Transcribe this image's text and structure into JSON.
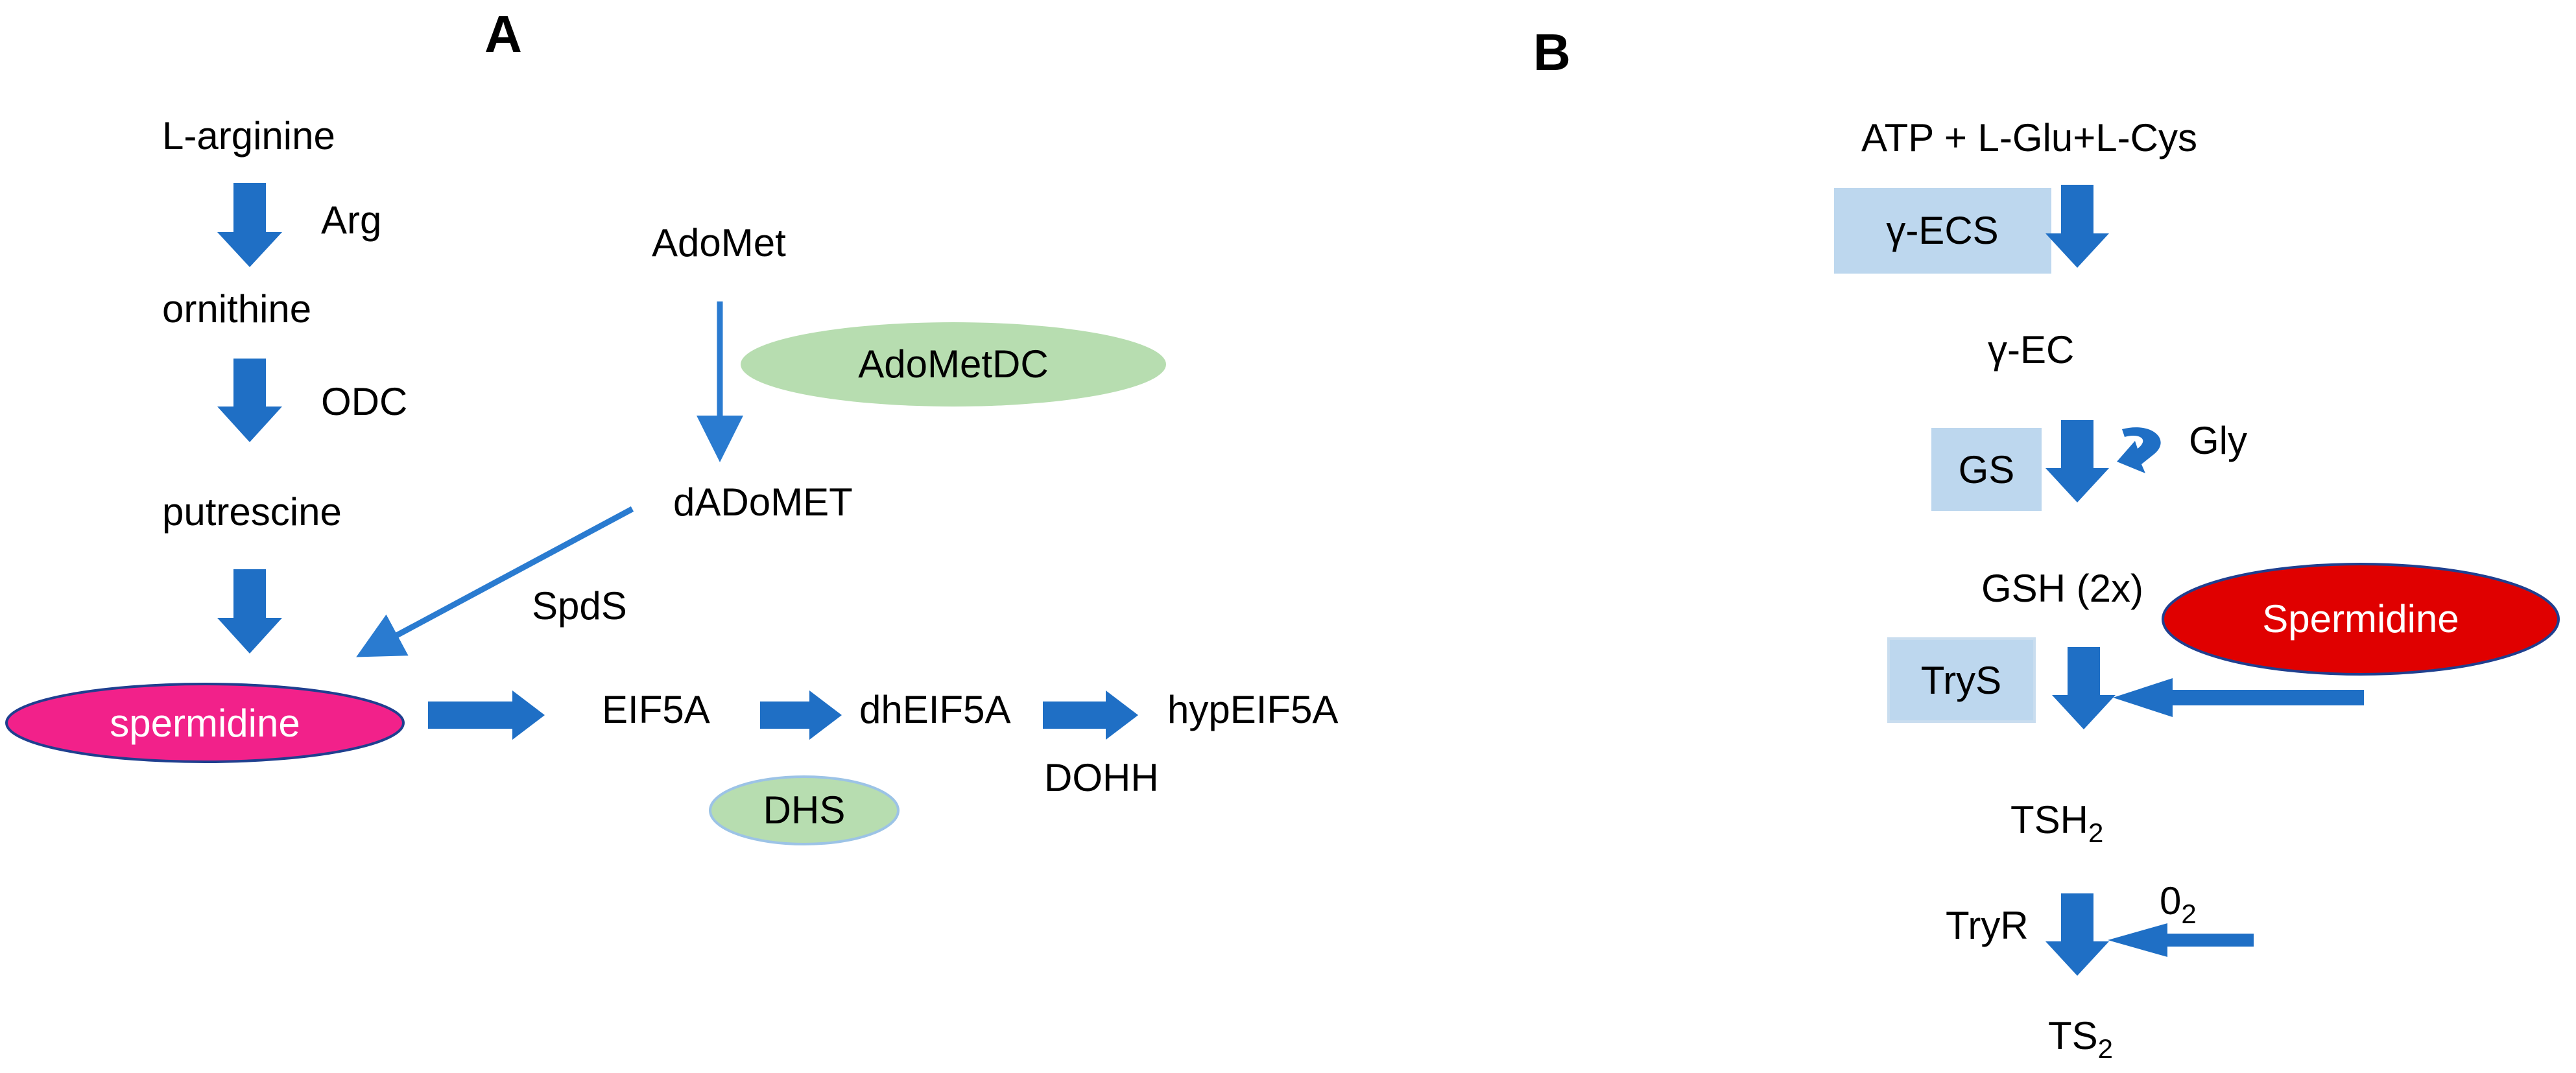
{
  "colors": {
    "arrow": "#1F6FC5",
    "enzyme_box": "#BDD7EE",
    "enzyme_ellipse": "#B7DDB0",
    "spermidine_fill": "#F2218A",
    "Spermidine_fill": "#E00000"
  },
  "panel_a": {
    "panel_label": "A",
    "l_arginine": "L-arginine",
    "arg": "Arg",
    "ornithine": "ornithine",
    "odc": "ODC",
    "putrescine": "putrescine",
    "adomet": "AdoMet",
    "adometdc": "AdoMetDC",
    "dadomet": "dADoMET",
    "spds": "SpdS",
    "spermidine": "spermidine",
    "eif5a": "EIF5A",
    "dheif5a": "dhEIF5A",
    "hypeif5a": "hypEIF5A",
    "dhs": "DHS",
    "dohh": "DOHH"
  },
  "panel_b": {
    "panel_label": "B",
    "substrates": "ATP + L-Glu+L-Cys",
    "gamma_ecs": "γ-ECS",
    "gamma_ec": "γ-EC",
    "gs": "GS",
    "gly": "Gly",
    "gsh": "GSH (2x)",
    "spermidine": "Spermidine",
    "trys": "TryS",
    "tsh_base": "TSH",
    "tsh_sub": "2",
    "tryr": "TryR",
    "o2_base": "0",
    "o2_sub": "2",
    "ts_base": "TS",
    "ts_sub": "2"
  }
}
